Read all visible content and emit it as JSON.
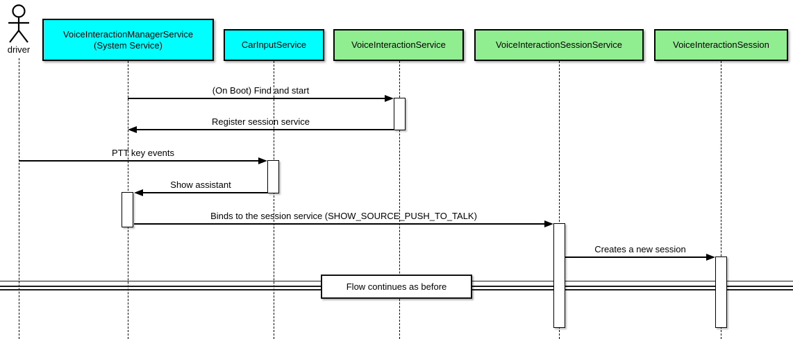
{
  "actor": {
    "label": "driver"
  },
  "participants": [
    {
      "name": "VoiceInteractionManagerService",
      "label_line1": "VoiceInteractionManagerService",
      "label_line2": "(System Service)",
      "fill": "#00FFFF"
    },
    {
      "name": "CarInputService",
      "label_line1": "CarInputService",
      "fill": "#00FFFF"
    },
    {
      "name": "VoiceInteractionService",
      "label_line1": "VoiceInteractionService",
      "fill": "#90EE90"
    },
    {
      "name": "VoiceInteractionSessionService",
      "label_line1": "VoiceInteractionSessionService",
      "fill": "#90EE90"
    },
    {
      "name": "VoiceInteractionSession",
      "label_line1": "VoiceInteractionSession",
      "fill": "#90EE90"
    }
  ],
  "messages": [
    {
      "label": "(On Boot) Find and start",
      "from": "VoiceInteractionManagerService",
      "to": "VoiceInteractionService",
      "direction": "right"
    },
    {
      "label": "Register session service",
      "from": "VoiceInteractionService",
      "to": "VoiceInteractionManagerService",
      "direction": "left"
    },
    {
      "label": "PTT key events",
      "from": "driver",
      "to": "CarInputService",
      "direction": "right"
    },
    {
      "label": "Show assistant",
      "from": "CarInputService",
      "to": "VoiceInteractionManagerService",
      "direction": "left"
    },
    {
      "label": "Binds to the session service (SHOW_SOURCE_PUSH_TO_TALK)",
      "from": "VoiceInteractionManagerService",
      "to": "VoiceInteractionSessionService",
      "direction": "right"
    },
    {
      "label": "Creates a new session",
      "from": "VoiceInteractionSessionService",
      "to": "VoiceInteractionSession",
      "direction": "right"
    }
  ],
  "divider": {
    "label": "Flow continues as before"
  },
  "colors": {
    "participant_cyan": "#00FFFF",
    "participant_green": "#90EE90",
    "border": "#000000",
    "background": "#FFFFFF"
  }
}
